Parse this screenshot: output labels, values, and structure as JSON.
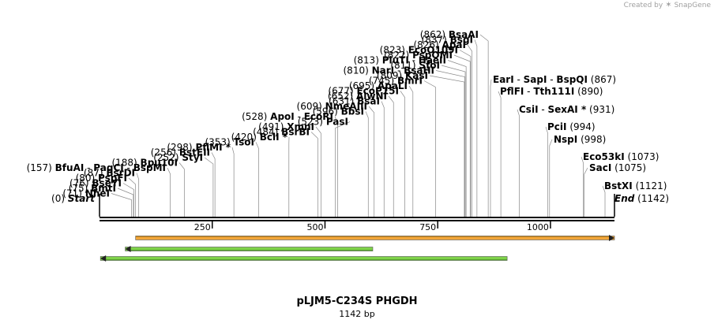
{
  "brand": {
    "created_by": "Created by",
    "logo_text": "SnapGene"
  },
  "title": "pLJM5-C234S PHGDH",
  "size_label": "1142 bp",
  "scale": {
    "length": 1142,
    "ticks": [
      {
        "value": 250,
        "label": "250"
      },
      {
        "value": 500,
        "label": "500"
      },
      {
        "value": 750,
        "label": "750"
      },
      {
        "value": 1000,
        "label": "1000"
      }
    ]
  },
  "colors": {
    "orange_feature": "#f2a63a",
    "green_feature": "#7fd24a"
  },
  "features": [
    {
      "name": "orange-feature",
      "start": 80,
      "end": 1142,
      "direction": "forward"
    },
    {
      "name": "green-feature-1",
      "start": 57,
      "end": 606,
      "direction": "reverse"
    },
    {
      "name": "green-feature-2",
      "start": 2,
      "end": 904,
      "direction": "reverse"
    }
  ],
  "sites_left": [
    {
      "pos": "(0)",
      "names": [
        "Start"
      ],
      "italic": true
    },
    {
      "pos": "(71)",
      "names": [
        "NheI"
      ]
    },
    {
      "pos": "(75)",
      "names": [
        "BmtI"
      ]
    },
    {
      "pos": "(76)",
      "names": [
        "BseYI"
      ]
    },
    {
      "pos": "(80)",
      "names": [
        "PspFI"
      ]
    },
    {
      "pos": "(87)",
      "names": [
        "BsrDI"
      ]
    },
    {
      "pos": "(157)",
      "names": [
        "BfuAI",
        "PaqCI",
        "BspMI"
      ]
    },
    {
      "pos": "(188)",
      "names": [
        "Bpu10I"
      ]
    },
    {
      "pos": "(252)",
      "names": [
        "StyI"
      ]
    },
    {
      "pos": "(256)",
      "names": [
        "BstEII"
      ]
    },
    {
      "pos": "(298)",
      "names": [
        "PflMI *"
      ]
    },
    {
      "pos": "(353)",
      "names": [
        "TsoI"
      ]
    },
    {
      "pos": "(420)",
      "names": [
        "BclI *"
      ]
    },
    {
      "pos": "(484)",
      "names": [
        "BsrBI"
      ]
    },
    {
      "pos": "(491)",
      "names": [
        "XmnI"
      ]
    },
    {
      "pos": "(523)",
      "names": [
        "PasI"
      ]
    },
    {
      "pos": "(528)",
      "names": [
        "ApoI",
        "EcoRI"
      ]
    },
    {
      "pos": "(596)",
      "names": [
        "BbsI"
      ]
    },
    {
      "pos": "(609)",
      "names": [
        "NmeAIII"
      ]
    },
    {
      "pos": "(631)",
      "names": [
        "BsaI"
      ]
    },
    {
      "pos": "(652)",
      "names": [
        "AlwNI"
      ]
    },
    {
      "pos": "(677)",
      "names": [
        "EcoP15I"
      ]
    },
    {
      "pos": "(695)",
      "names": [
        "ApaLI"
      ]
    },
    {
      "pos": "(745)",
      "names": [
        "BmrI"
      ]
    },
    {
      "pos": "(809)",
      "names": [
        "KasI"
      ]
    },
    {
      "pos": "(810)",
      "names": [
        "NarI",
        "BsaHI"
      ]
    },
    {
      "pos": "(811)",
      "names": [
        "SfoI"
      ]
    },
    {
      "pos": "(813)",
      "names": [
        "PluTI",
        "HaeII"
      ]
    },
    {
      "pos": "(822)",
      "names": [
        "PspOMI"
      ]
    },
    {
      "pos": "(823)",
      "names": [
        "EcoO109I"
      ]
    },
    {
      "pos": "(826)",
      "names": [
        "ApaI"
      ]
    },
    {
      "pos": "(837)",
      "names": [
        "BsgI"
      ]
    },
    {
      "pos": "(862)",
      "names": [
        "BsaAI"
      ]
    }
  ],
  "sites_right": [
    {
      "names": [
        "EarI",
        "SapI",
        "BspQI"
      ],
      "pos": "(867)"
    },
    {
      "names": [
        "PflFI",
        "Tth111I"
      ],
      "pos": "(890)"
    },
    {
      "names": [
        "CsiI",
        "SexAI *"
      ],
      "pos": "(931)"
    },
    {
      "names": [
        "PciI"
      ],
      "pos": "(994)"
    },
    {
      "names": [
        "NspI"
      ],
      "pos": "(998)"
    },
    {
      "names": [
        "Eco53kI"
      ],
      "pos": "(1073)"
    },
    {
      "names": [
        "SacI"
      ],
      "pos": "(1075)"
    },
    {
      "names": [
        "BstXI"
      ],
      "pos": "(1121)"
    },
    {
      "names": [
        "End"
      ],
      "pos": "(1142)",
      "italic": true
    }
  ]
}
